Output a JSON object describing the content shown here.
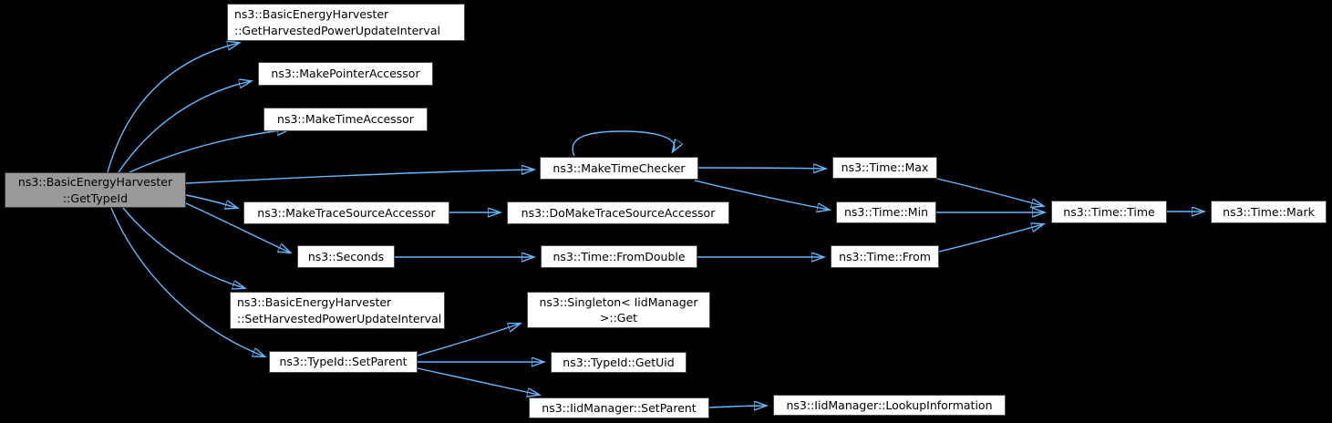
{
  "diagram": {
    "type": "doxygen-call-graph",
    "root_label": "ns3::BasicEnergyHarvester::GetTypeId",
    "colors": {
      "background": "#000000",
      "edge": "#63b8ff",
      "node_fill": "#ffffff",
      "node_border": "#4a4a4a",
      "root_fill": "#999999",
      "text": "#000000"
    },
    "nodes": [
      {
        "id": "get-harvested-power-update-interval",
        "label": "ns3::BasicEnergyHarvester\n::GetHarvestedPowerUpdateInterval"
      },
      {
        "id": "make-pointer-accessor",
        "label": "ns3::MakePointerAccessor"
      },
      {
        "id": "make-time-accessor",
        "label": "ns3::MakeTimeAccessor"
      },
      {
        "id": "make-time-checker",
        "label": "ns3::MakeTimeChecker"
      },
      {
        "id": "get-type-id",
        "label": "ns3::BasicEnergyHarvester\n::GetTypeId",
        "root": true
      },
      {
        "id": "make-trace-source-accessor",
        "label": "ns3::MakeTraceSourceAccessor"
      },
      {
        "id": "do-make-trace-source-accessor",
        "label": "ns3::DoMakeTraceSourceAccessor"
      },
      {
        "id": "seconds",
        "label": "ns3::Seconds"
      },
      {
        "id": "time-from-double",
        "label": "ns3::Time::FromDouble"
      },
      {
        "id": "time-max",
        "label": "ns3::Time::Max"
      },
      {
        "id": "time-min",
        "label": "ns3::Time::Min"
      },
      {
        "id": "time-from",
        "label": "ns3::Time::From"
      },
      {
        "id": "time-time",
        "label": "ns3::Time::Time"
      },
      {
        "id": "time-mark",
        "label": "ns3::Time::Mark"
      },
      {
        "id": "set-harvested-power-update-interval",
        "label": "ns3::BasicEnergyHarvester\n::SetHarvestedPowerUpdateInterval"
      },
      {
        "id": "singleton-iid-manager-get",
        "label": "ns3::Singleton< IidManager\n>::Get"
      },
      {
        "id": "type-id-set-parent",
        "label": "ns3::TypeId::SetParent"
      },
      {
        "id": "type-id-get-uid",
        "label": "ns3::TypeId::GetUid"
      },
      {
        "id": "iid-manager-set-parent",
        "label": "ns3::IidManager::SetParent"
      },
      {
        "id": "iid-manager-lookup-information",
        "label": "ns3::IidManager::LookupInformation"
      }
    ],
    "edges": [
      {
        "from": "get-type-id",
        "to": "get-harvested-power-update-interval"
      },
      {
        "from": "get-type-id",
        "to": "make-pointer-accessor"
      },
      {
        "from": "get-type-id",
        "to": "make-time-accessor"
      },
      {
        "from": "get-type-id",
        "to": "make-time-checker"
      },
      {
        "from": "get-type-id",
        "to": "make-trace-source-accessor"
      },
      {
        "from": "get-type-id",
        "to": "seconds"
      },
      {
        "from": "get-type-id",
        "to": "set-harvested-power-update-interval"
      },
      {
        "from": "get-type-id",
        "to": "type-id-set-parent"
      },
      {
        "from": "make-trace-source-accessor",
        "to": "do-make-trace-source-accessor"
      },
      {
        "from": "make-time-checker",
        "to": "make-time-checker"
      },
      {
        "from": "make-time-checker",
        "to": "time-max"
      },
      {
        "from": "make-time-checker",
        "to": "time-min"
      },
      {
        "from": "seconds",
        "to": "time-from-double"
      },
      {
        "from": "time-from-double",
        "to": "time-from"
      },
      {
        "from": "time-max",
        "to": "time-time"
      },
      {
        "from": "time-min",
        "to": "time-time"
      },
      {
        "from": "time-from",
        "to": "time-time"
      },
      {
        "from": "time-time",
        "to": "time-mark"
      },
      {
        "from": "type-id-set-parent",
        "to": "singleton-iid-manager-get"
      },
      {
        "from": "type-id-set-parent",
        "to": "type-id-get-uid"
      },
      {
        "from": "type-id-set-parent",
        "to": "iid-manager-set-parent"
      },
      {
        "from": "iid-manager-set-parent",
        "to": "iid-manager-lookup-information"
      }
    ]
  }
}
